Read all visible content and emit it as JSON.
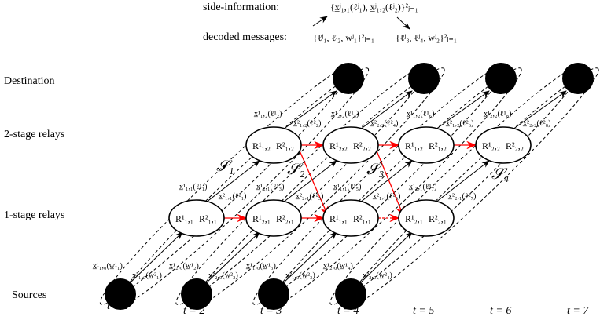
{
  "top": {
    "side_info_label": "side-information:",
    "side_info_set": "{x̲ʲ₁,₁(ℓʲ₁), x̲ʲ₁,₂(ℓʲ₂)}²ⱼ₌₁",
    "decoded_label": "decoded messages:",
    "decoded_left": "{ℓʲ₁, ℓʲ₂, w̲ʲ₁}²ⱼ₌₁",
    "decoded_right": "{ℓʲ₃, ℓʲ₄, w̲ʲ₂}²ⱼ₌₁"
  },
  "rows": {
    "destination": "Destination",
    "relay2": "2-stage relays",
    "relay1": "1-stage relays",
    "sources": "Sources"
  },
  "time_labels": [
    "t = 1",
    "t = 2",
    "t = 3",
    "t = 4",
    "t = 5",
    "t = 6",
    "t = 7"
  ],
  "relay1_nodes": [
    {
      "a": "R¹₁,₁",
      "b": "R²₁,₁"
    },
    {
      "a": "R¹₂,₁",
      "b": "R²₂,₁"
    },
    {
      "a": "R¹₁,₁",
      "b": "R²₁,₁"
    },
    {
      "a": "R¹₂,₁",
      "b": "R²₂,₁"
    }
  ],
  "relay2_nodes": [
    {
      "a": "R¹₁,₂",
      "b": "R²₁,₂"
    },
    {
      "a": "R¹₂,₂",
      "b": "R²₂,₂"
    },
    {
      "a": "R¹₁,₂",
      "b": "R²₁,₂"
    },
    {
      "a": "R¹₂,₂",
      "b": "R²₂,₂"
    }
  ],
  "source_labels": [
    [
      "x̲¹₁,₀(w̲¹₁)",
      "x̲²₁,₀(w̲²₁)"
    ],
    [
      "x̲¹₂,₀(w̲¹₂)",
      "x̲²₂,₀(w̲²₂)"
    ],
    [
      "x̲¹₁,₀(w̲¹₃)",
      "x̲²₁,₀(w̲²₃)"
    ],
    [
      "x̲¹₂,₀(w̲¹₄)",
      "x̲²₂,₀(w̲²₄)"
    ]
  ],
  "relay1_labels": [
    [
      "x̲¹₁,₁(ℓ¹₁)",
      "x̲²₁,₁(ℓ²₁)"
    ],
    [
      "x̲¹₂,₁(ℓ¹₃)",
      "x̲²₂,₁(ℓ²₃)"
    ],
    [
      "x̲¹₁,₁(ℓ¹₅)",
      "x̲²₁,₁(ℓ²₅)"
    ],
    [
      "x̲¹₂,₁(ℓ¹₇)",
      "x̲²₂,₁(ℓ²₇)"
    ]
  ],
  "relay2_labels": [
    [
      "x̲¹₁,₂(ℓ¹₂)",
      "x̲²₁,₂(ℓ²₂)"
    ],
    [
      "x̲¹₂,₂(ℓ¹₄)",
      "x̲²₂,₂(ℓ²₄)"
    ],
    [
      "x̲¹₁,₂(ℓ¹₆)",
      "x̲²₁,₂(ℓ²₆)"
    ],
    [
      "x̲¹₂,₂(ℓ¹₈)",
      "x̲²₂,₂(ℓ²₈)"
    ]
  ],
  "sets": [
    "𝒮₁",
    "𝒮₂",
    "𝒮₃",
    "𝒮₄"
  ],
  "colors": {
    "relay_link": "#ff0000",
    "node_fill": "#000000"
  }
}
